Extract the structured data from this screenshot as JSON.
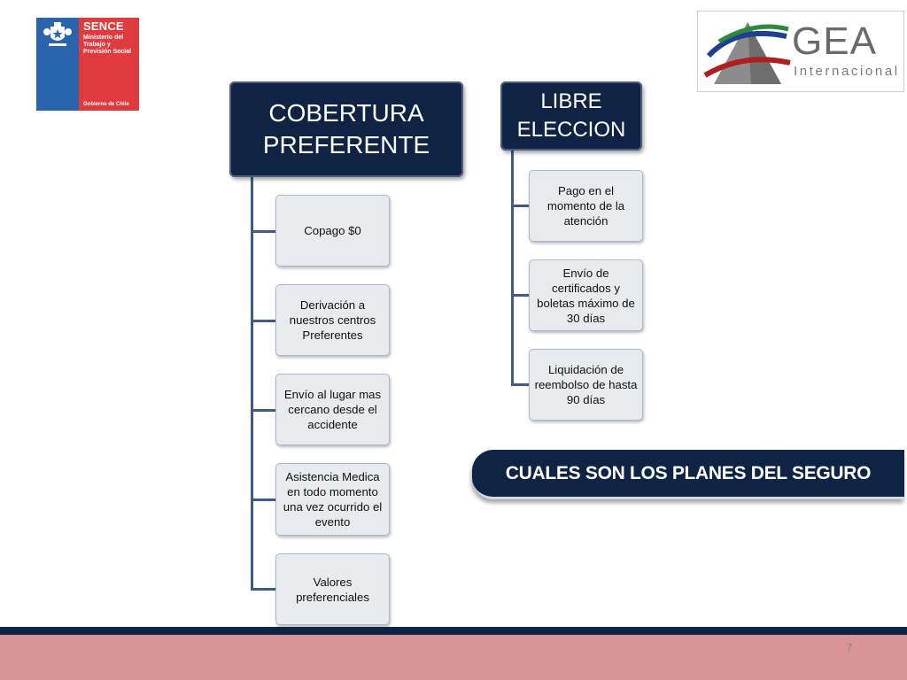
{
  "logos": {
    "sence": {
      "brand": "SENCE",
      "subtitle": "Ministerio del\nTrabajo y\nPrevisión Social",
      "footer": "Gobierno de Chile",
      "colors": {
        "blue": "#2b64ae",
        "red": "#e03a3e"
      }
    },
    "gea": {
      "word": "GEA",
      "tagline": "Internacional"
    }
  },
  "diagram": {
    "plans": [
      {
        "title": "COBERTURA PREFERENTE",
        "items": [
          "Copago $0",
          "Derivación a nuestros centros Preferentes",
          "Envío al lugar mas cercano desde el accidente",
          "Asistencia Medica en todo momento una vez ocurrido el evento",
          "Valores preferenciales"
        ]
      },
      {
        "title": "LIBRE ELECCION",
        "items": [
          "Pago en el momento de la atención",
          "Envío de certificados y boletas máximo de 30 días",
          "Liquidación de reembolso de hasta  90 días"
        ]
      }
    ]
  },
  "banner": {
    "text": "CUALES SON LOS PLANES DEL SEGURO"
  },
  "footer": {
    "page_number": "7"
  },
  "colors": {
    "navy": "#0f2444",
    "connector": "#3e5a86",
    "item_bg": "#e9eaee",
    "footer_pink": "#d99494"
  }
}
